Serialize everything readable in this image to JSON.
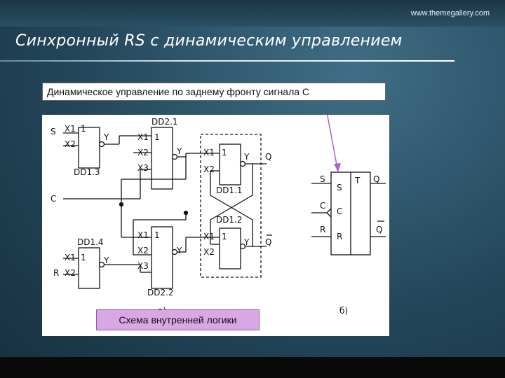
{
  "header": {
    "url": "www.themegallery.com"
  },
  "slide": {
    "title": "Синхронный RS с динамическим управлением"
  },
  "note": {
    "text": "Динамическое управление по заднему фронту сигнала С"
  },
  "caption": {
    "text": "Схема внутренней логики"
  },
  "diagram": {
    "in_s": "S",
    "in_c": "C",
    "in_r": "R",
    "x1": "X1",
    "x2": "X2",
    "x3": "X3",
    "one": "1",
    "y": "Y",
    "dd13": "DD1.3",
    "dd14": "DD1.4",
    "dd21": "DD2.1",
    "dd22": "DD2.2",
    "dd11": "DD1.1",
    "dd12": "DD1.2",
    "q": "Q",
    "qbar": "Q",
    "label_a": "а)",
    "label_b": "б)",
    "tt_s": "S",
    "tt_t": "T",
    "tt_q": "Q",
    "tt_c": "C",
    "tt_r": "R",
    "tt_qbar": "Q",
    "tt_box_s": "S",
    "tt_box_c": "C",
    "tt_box_r": "R"
  },
  "colors": {
    "arrow": "#b060d0",
    "caption_bg": "#d9a8e4"
  }
}
